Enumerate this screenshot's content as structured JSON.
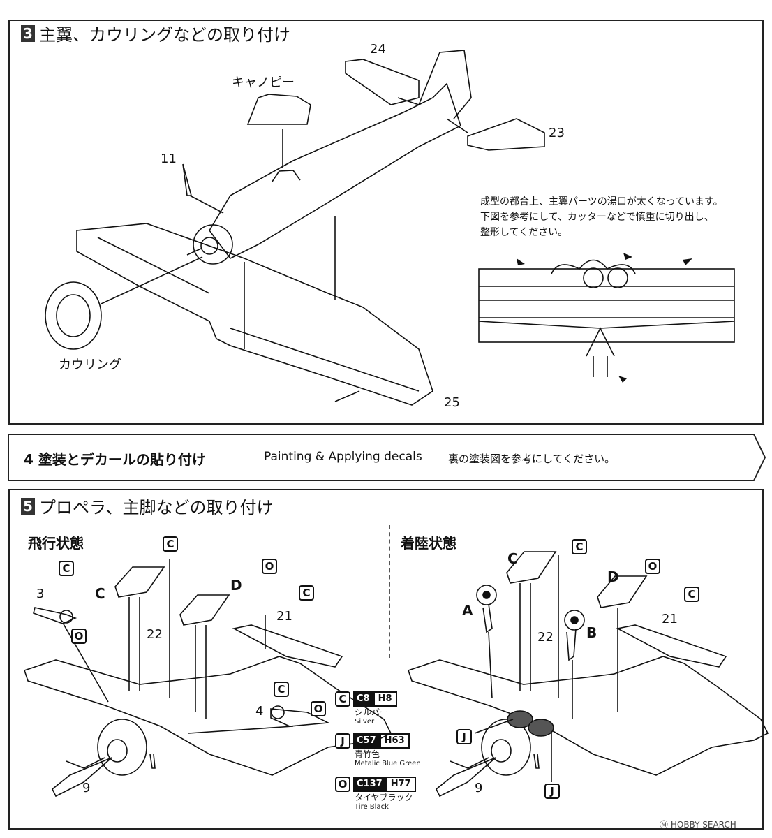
{
  "step3": {
    "number": "3",
    "title": "主翼、カウリングなどの取り付け",
    "labels": {
      "canopy": "キャノピー",
      "cowling": "カウリング",
      "part11": "11",
      "part23": "23",
      "part24": "24",
      "part25": "25"
    },
    "note": [
      "成型の都合上、主翼パーツの湯口が太くなっています。",
      "下図を参考にして、カッターなどで慎重に切り出し、",
      "整形してください。"
    ]
  },
  "step4": {
    "title": "4 塗装とデカールの貼り付け",
    "english": "Painting & Applying decals",
    "instruction": "裏の塗装図を参考にしてください。"
  },
  "step5": {
    "number": "5",
    "title": "プロペラ、主脚などの取り付け",
    "flight": {
      "heading": "飛行状態",
      "labels": [
        "3",
        "C",
        "O",
        "C",
        "C",
        "D",
        "22",
        "O",
        "C",
        "21",
        "C",
        "O",
        "4",
        "9"
      ]
    },
    "landing": {
      "heading": "着陸状態",
      "labels": [
        "C",
        "C",
        "A",
        "D",
        "O",
        "C",
        "21",
        "22",
        "B",
        "J",
        "J",
        "9"
      ]
    },
    "legend": [
      {
        "key": "C",
        "code": "C8",
        "h": "H8",
        "name_jp": "シルバー",
        "name_en": "Silver"
      },
      {
        "key": "J",
        "code": "C57",
        "h": "H63",
        "name_jp": "青竹色",
        "name_en": "Metalic Blue Green"
      },
      {
        "key": "O",
        "code": "C137",
        "h": "H77",
        "name_jp": "タイヤブラック",
        "name_en": "Tire Black"
      }
    ]
  },
  "watermark": "HOBBY SEARCH"
}
